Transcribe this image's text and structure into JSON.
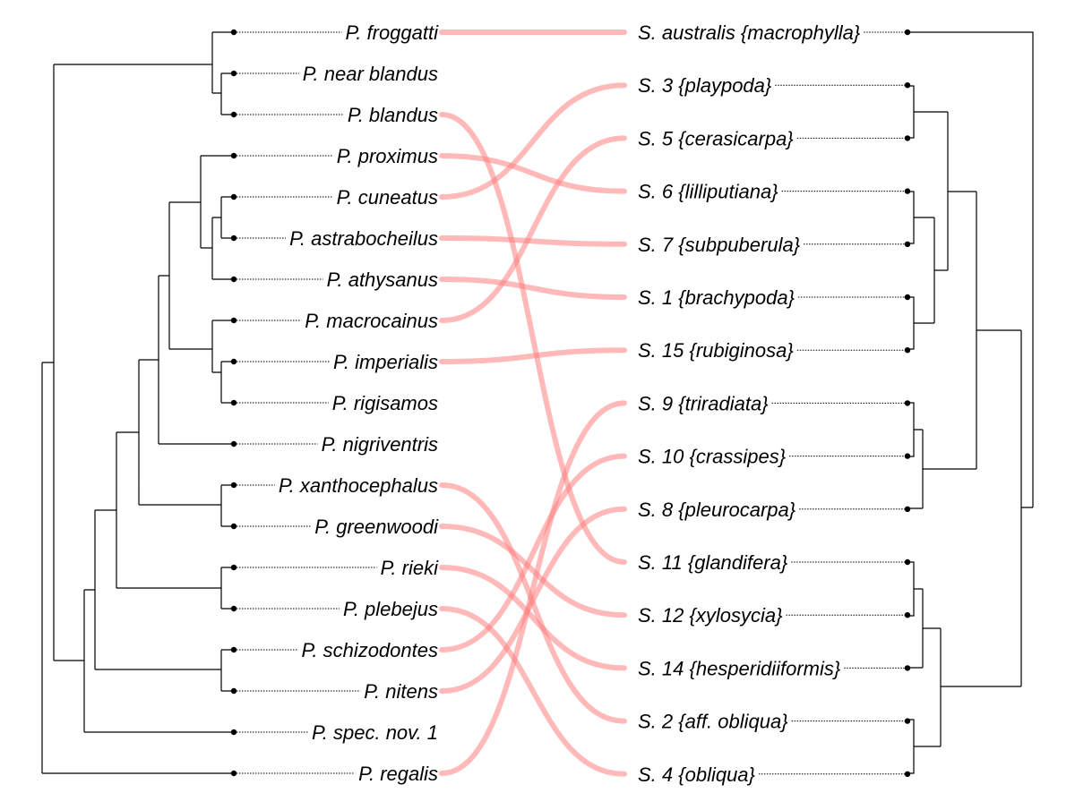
{
  "left_taxa": [
    "P. froggatti",
    "P. near blandus",
    "P. blandus",
    "P. proximus",
    "P. cuneatus",
    "P. astrabocheilus",
    "P. athysanus",
    "P. macrocainus",
    "P. imperialis",
    "P. rigisamos",
    "P. nigriventris",
    "P. xanthocephalus",
    "P. greenwoodi",
    "P. rieki",
    "P. plebejus",
    "P. schizodontes",
    "P. nitens",
    "P. spec. nov. 1",
    "P. regalis"
  ],
  "right_taxa": [
    "S. australis {macrophylla}",
    "S. 3 {playpoda}",
    "S. 5 {cerasicarpa}",
    "S. 6 {lilliputiana}",
    "S. 7 {subpuberula}",
    "S. 1 {brachypoda}",
    "S. 15 {rubiginosa}",
    "S. 9 {triradiata}",
    "S. 10 {crassipes}",
    "S. 8 {pleurocarpa}",
    "S. 11 {glandifera}",
    "S. 12 {xylosycia}",
    "S. 14 {hesperidiiformis}",
    "S. 2 {aff. obliqua}",
    "S. 4 {obliqua}"
  ],
  "associations": [
    {
      "left": "P. froggatti",
      "right": "S. australis {macrophylla}"
    },
    {
      "left": "P. blandus",
      "right": "S. 11 {glandifera}"
    },
    {
      "left": "P. proximus",
      "right": "S. 6 {lilliputiana}"
    },
    {
      "left": "P. cuneatus",
      "right": "S. 3 {playpoda}"
    },
    {
      "left": "P. astrabocheilus",
      "right": "S. 7 {subpuberula}"
    },
    {
      "left": "P. athysanus",
      "right": "S. 1 {brachypoda}"
    },
    {
      "left": "P. macrocainus",
      "right": "S. 5 {cerasicarpa}"
    },
    {
      "left": "P. imperialis",
      "right": "S. 15 {rubiginosa}"
    },
    {
      "left": "P. xanthocephalus",
      "right": "S. 2 {aff. obliqua}"
    },
    {
      "left": "P. greenwoodi",
      "right": "S. 12 {xylosycia}"
    },
    {
      "left": "P. rieki",
      "right": "S. 14 {hesperidiiformis}"
    },
    {
      "left": "P. plebejus",
      "right": "S. 4 {obliqua}"
    },
    {
      "left": "P. schizodontes",
      "right": "S. 10 {crassipes}"
    },
    {
      "left": "P. nitens",
      "right": "S. 8 {pleurocarpa}"
    },
    {
      "left": "P. regalis",
      "right": "S. 9 {triradiata}"
    }
  ],
  "colors": {
    "association_line": "#ff8080",
    "tree_line": "#000000",
    "leader_line": "#000000"
  }
}
